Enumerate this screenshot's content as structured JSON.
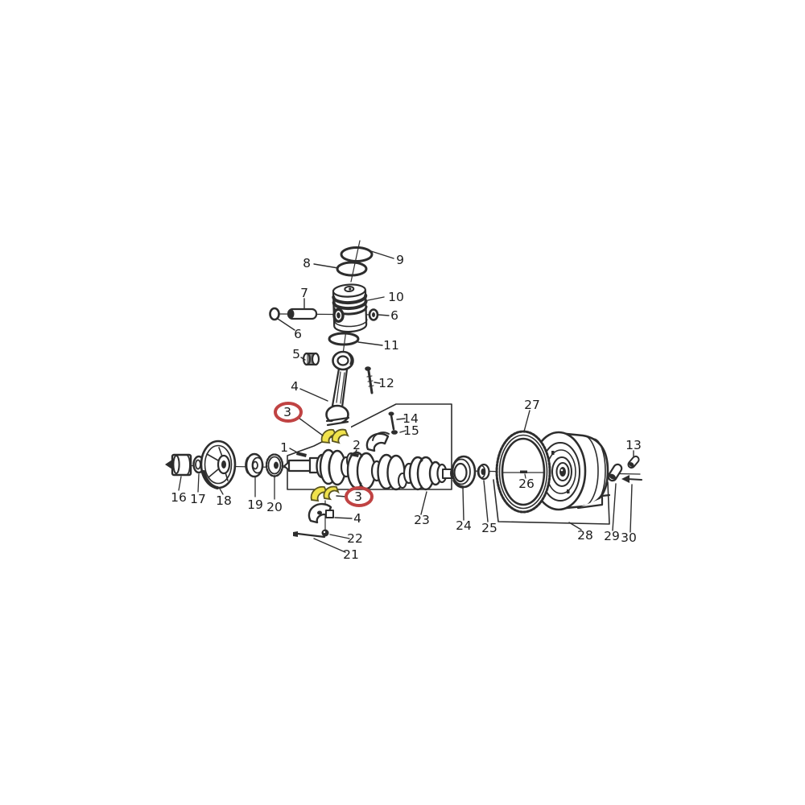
{
  "figure": {
    "description": "Black-and-white exploded parts diagram of an engine crankshaft, piston, connecting rod and flywheel assembly with numbered callouts; part 3 (bearing shells) is highlighted yellow and circled in red twice",
    "highlighted_part_number": "3"
  },
  "colors": {
    "line": "#2d2d2d",
    "highlight_red": "#c04343",
    "highlight_yellow": "#f0e24b",
    "yellow_outline": "#5a5520"
  },
  "callouts": [
    {
      "part": "second-compression-ring",
      "text": "8"
    },
    {
      "part": "top-compression-ring",
      "text": "9"
    },
    {
      "part": "piston-pin",
      "text": "7"
    },
    {
      "part": "piston",
      "text": "10"
    },
    {
      "part": "circlip-right",
      "text": "6"
    },
    {
      "part": "circlip-left",
      "text": "6"
    },
    {
      "part": "oil-ring",
      "text": "11"
    },
    {
      "part": "small-end-bushing",
      "text": "5"
    },
    {
      "part": "connecting-rod",
      "text": "4"
    },
    {
      "part": "rod-bolt",
      "text": "12"
    },
    {
      "part": "bearing-shell-upper-circled",
      "text": "3"
    },
    {
      "part": "cap-bolt",
      "text": "14"
    },
    {
      "part": "washer",
      "text": "15"
    },
    {
      "part": "woodruff-key-front",
      "text": "1"
    },
    {
      "part": "woodruff-key-center",
      "text": "2"
    },
    {
      "part": "ring-gear",
      "text": "27"
    },
    {
      "part": "dowel-pin-small",
      "text": "13"
    },
    {
      "part": "pulley-hub",
      "text": "16"
    },
    {
      "part": "washer-front",
      "text": "17"
    },
    {
      "part": "pulley",
      "text": "18"
    },
    {
      "part": "collar",
      "text": "19"
    },
    {
      "part": "timing-gear",
      "text": "20"
    },
    {
      "part": "bearing-shell-lower-circled",
      "text": "3"
    },
    {
      "part": "crankshaft",
      "text": "23"
    },
    {
      "part": "oil-seal",
      "text": "24"
    },
    {
      "part": "pilot-bearing",
      "text": "25"
    },
    {
      "part": "flywheel-center-mark",
      "text": "26"
    },
    {
      "part": "flywheel",
      "text": "28"
    },
    {
      "part": "dowel-pin",
      "text": "29"
    },
    {
      "part": "direction-arrow",
      "text": "30"
    },
    {
      "part": "bearing-cap-lower",
      "text": "4"
    },
    {
      "part": "cap-nut",
      "text": "22"
    },
    {
      "part": "cap-stud",
      "text": "21"
    }
  ]
}
